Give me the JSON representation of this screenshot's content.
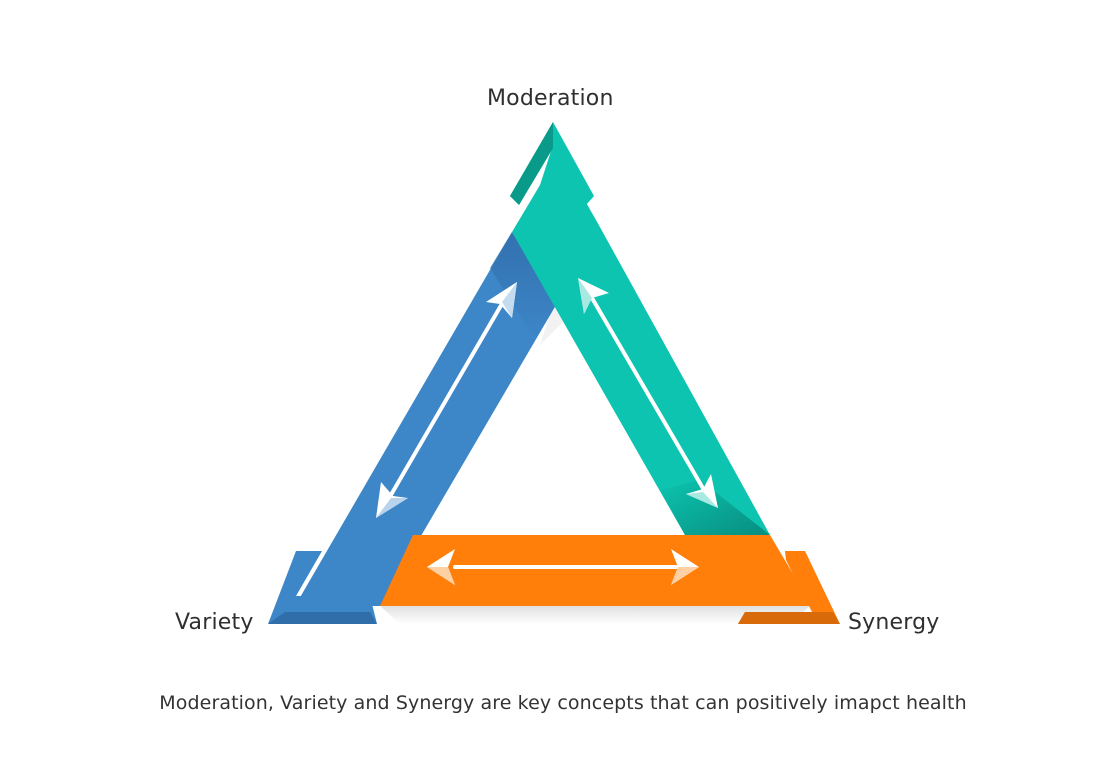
{
  "diagram": {
    "title": "Moderation, Variety and Synergy triangle",
    "nodes": [
      {
        "id": "moderation",
        "label": "Moderation",
        "position": "top",
        "color": "#0cc4af"
      },
      {
        "id": "variety",
        "label": "Variety",
        "position": "bottom-left",
        "color": "#3d86c8"
      },
      {
        "id": "synergy",
        "label": "Synergy",
        "position": "bottom-right",
        "color": "#ff7f0a"
      }
    ],
    "edges": [
      {
        "from": "moderation",
        "to": "variety",
        "type": "bidirectional-arrow",
        "side": "left",
        "color": "#3d86c8"
      },
      {
        "from": "moderation",
        "to": "synergy",
        "type": "bidirectional-arrow",
        "side": "right",
        "color": "#0cc4af"
      },
      {
        "from": "variety",
        "to": "synergy",
        "type": "bidirectional-arrow",
        "side": "bottom",
        "color": "#ff7f0a"
      }
    ],
    "colors": {
      "teal": "#0cc4af",
      "teal_dark": "#0a9a8a",
      "blue": "#3d86c8",
      "blue_dark": "#2f6ea8",
      "orange": "#ff7f0a",
      "orange_dark": "#d96a0a",
      "text": "#2f2f2f"
    }
  },
  "labels": {
    "top": "Moderation",
    "left": "Variety",
    "right": "Synergy"
  },
  "caption": "Moderation, Variety and Synergy are key concepts that can positively imapct health"
}
